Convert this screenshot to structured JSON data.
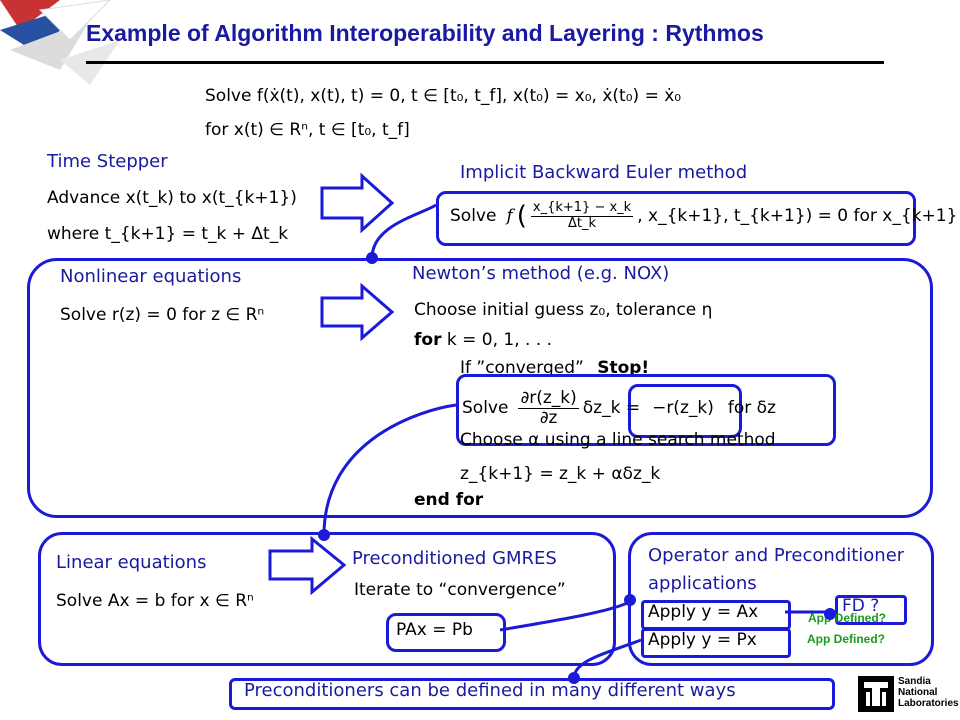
{
  "header": {
    "title": "Example of Algorithm Interoperability and Layering : Rythmos"
  },
  "problem": {
    "line1": "Solve  f(ẋ(t), x(t), t) = 0, t ∈ [t₀, t_f],  x(t₀) = x₀,  ẋ(t₀) = ẋ₀",
    "line2": "for  x(t) ∈ Rⁿ, t ∈ [t₀, t_f]"
  },
  "time_stepper": {
    "label": "Time Stepper",
    "line1": "Advance  x(t_k)  to  x(t_{k+1})",
    "line2": "where  t_{k+1} = t_k + Δt_k"
  },
  "backward_euler": {
    "label": "Implicit Backward Euler method",
    "solve": "Solve",
    "f": "f",
    "frac_num": "x_{k+1} − x_k",
    "frac_den": "Δt_k",
    "rest": ", x_{k+1}, t_{k+1}) = 0 for x_{k+1}"
  },
  "nonlinear": {
    "label": "Nonlinear equations",
    "line": "Solve  r(z) = 0  for  z ∈ Rⁿ"
  },
  "newton": {
    "label": "Newton’s method (e.g. NOX)",
    "line1": "Choose initial guess  z₀,  tolerance  η",
    "for_kw": "for",
    "for_rest": " k = 0, 1, . . .",
    "if_text": "If ”converged”",
    "stop": "Stop!",
    "solve": "Solve",
    "jac_num": "∂r(z_k)",
    "jac_den": "∂z",
    "delta": "δz_k =",
    "rhs": "−r(z_k)",
    "for_dz": "for  δz",
    "line_search": "Choose  α  using a line search method",
    "update": "z_{k+1} = z_k + αδz_k",
    "end_for": "end for"
  },
  "linear": {
    "label": "Linear equations",
    "line": "Solve  Ax = b  for  x ∈ Rⁿ"
  },
  "gmres": {
    "label": "Preconditioned GMRES",
    "line": "Iterate to “convergence”",
    "box": "PAx = Pb"
  },
  "operator": {
    "label_line1": "Operator and Preconditioner",
    "label_line2": "applications",
    "apply_a": "Apply  y = Ax",
    "apply_p": "Apply  y = Px",
    "fd": "FD ?",
    "app_defined_1": "App Defined?",
    "app_defined_2": "App Defined?"
  },
  "footer": {
    "note": "Preconditioners can be defined in many different ways",
    "logo_line1": "Sandia",
    "logo_line2": "National",
    "logo_line3": "Laboratories"
  },
  "colors": {
    "title": "#1a1aa0",
    "box": "#1a1ad8",
    "green": "#1a9c1a"
  }
}
